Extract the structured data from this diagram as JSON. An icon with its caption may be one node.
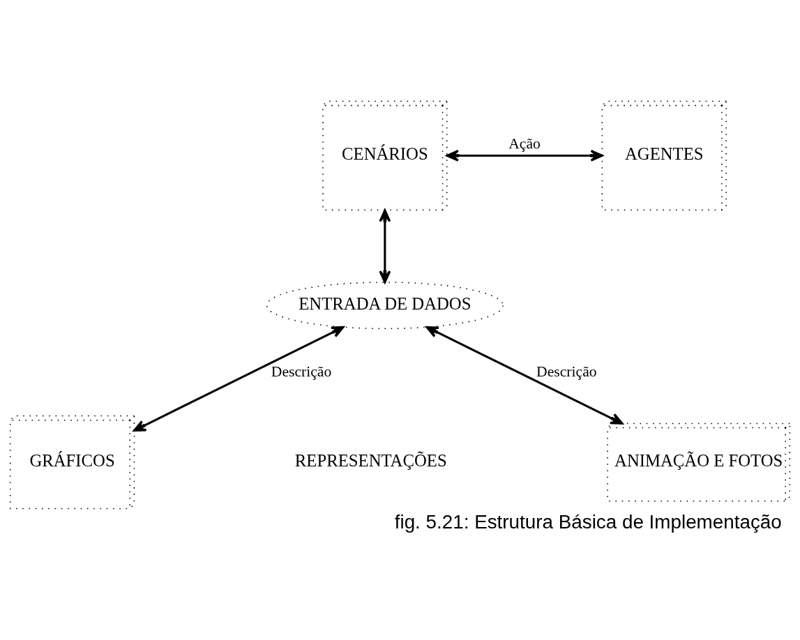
{
  "diagram": {
    "caption": "fig. 5.21: Estrutura Básica de Implementação",
    "nodes": [
      {
        "text": [
          "CENÁRIOS"
        ]
      },
      {
        "text": [
          "AGENTES"
        ]
      },
      {
        "text": [
          "ENTRADA DE DADOS"
        ]
      },
      {
        "text": [
          "GRÁFICOS"
        ]
      },
      {
        "text": [
          "ANIMAÇÃO E FOTOS"
        ]
      }
    ],
    "edges": [
      {
        "from": 0,
        "to": 1,
        "arrow": "both",
        "label": "Ação"
      },
      {
        "from": 0,
        "to": 2,
        "arrow": "both"
      },
      {
        "from": 2,
        "to": 3,
        "arrow": "both",
        "label": "Descrição"
      },
      {
        "from": 2,
        "to": 4,
        "arrow": "both",
        "label": "Descrição"
      }
    ],
    "labels": [
      "REPRESENTAÇÕES"
    ]
  }
}
